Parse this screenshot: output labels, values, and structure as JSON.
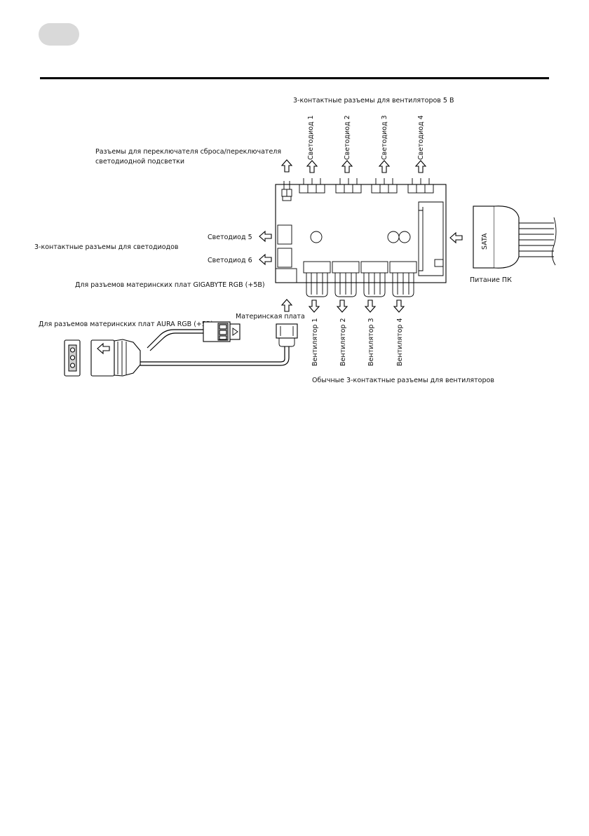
{
  "header": {
    "badge_color": "#d9d9d9"
  },
  "labels": {
    "fan5v_title": "3-контактные разъемы для вентиляторов 5 В",
    "led1": "Светодиод 1",
    "led2": "Светодиод 2",
    "led3": "Светодиод 3",
    "led4": "Светодиод 4",
    "reset_title_line1": "Разъемы для переключателя сброса/переключателя",
    "reset_title_line2": "светодиодной подсветки",
    "led5": "Светодиод 5",
    "led6": "Светодиод 6",
    "led_connectors": "3-контактные разъемы для светодиодов",
    "gigabyte": "Для разъемов материнских плат GIGABYTE RGB (+5В)",
    "aura": "Для разъемов материнских плат AURA RGB (+5В)",
    "motherboard": "Материнская плата",
    "sata": "SATA",
    "pc_power": "Питание ПК",
    "fan1": "Вентилятор 1",
    "fan2": "Вентилятор 2",
    "fan3": "Вентилятор 3",
    "fan4": "Вентилятор 4",
    "regular_fans": "Обычные 3-контактные разъемы для вентиляторов"
  }
}
